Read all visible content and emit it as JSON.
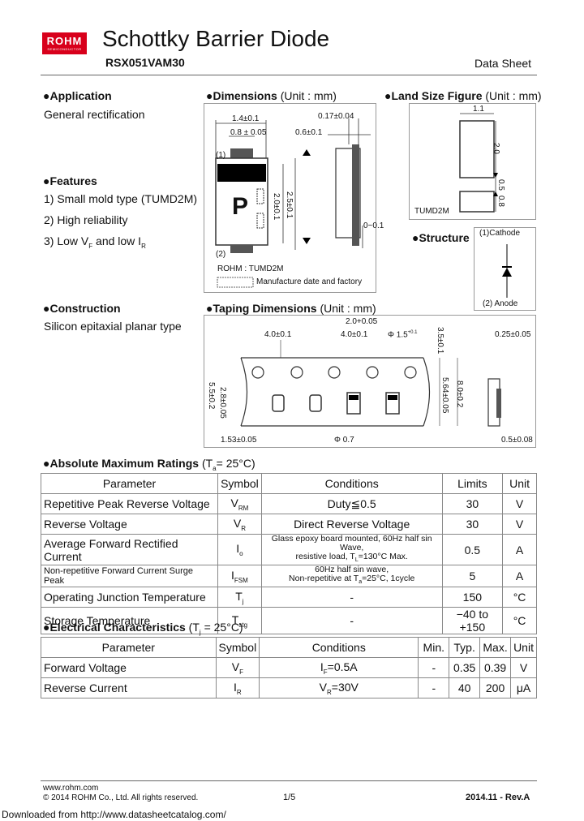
{
  "header": {
    "logo_main": "ROHM",
    "logo_sub": "SEMICONDUCTOR",
    "title": "Schottky Barrier Diode",
    "part": "RSX051VAM30",
    "doc_type": "Data Sheet"
  },
  "application": {
    "heading": "Application",
    "body": "General rectification"
  },
  "features": {
    "heading": "Features",
    "items": [
      "1)  Small mold type  (TUMD2M)",
      "2)  High reliability",
      "3)  Low V",
      "F",
      " and low I",
      "R"
    ]
  },
  "construction": {
    "heading": "Construction",
    "body": "Silicon epitaxial planar type"
  },
  "dimensions": {
    "heading": "Dimensions",
    "unit": " (Unit : mm)",
    "labels": {
      "w1": "1.4±0.1",
      "w2": "0.8 ± 0.05",
      "t1": "0.17±0.04",
      "t2": "0.6±0.1",
      "h1": "2.0±0.1",
      "h2": "2.5±0.1",
      "h3": "0~0.1",
      "pin1": "(1)",
      "pin2": "(2)",
      "mark": "P",
      "pkg": "ROHM : TUMD2M",
      "mfg": "Manufacture date and factory"
    }
  },
  "land": {
    "heading": "Land Size Figure",
    "unit": " (Unit : mm)",
    "labels": {
      "a": "1.1",
      "b": "2.0",
      "c": "0.5",
      "d": "0.8",
      "pkg": "TUMD2M"
    }
  },
  "structure": {
    "heading": "Structure",
    "cathode": "(1)Cathode",
    "anode": "(2) Anode"
  },
  "taping": {
    "heading": "Taping Dimensions",
    "unit": " (Unit : mm)",
    "labels": {
      "p1": "4.0±0.1",
      "p2": "4.0±0.1",
      "p3": "2.0+0.05",
      "d1": "Φ 1.5",
      "d1sup": "+0.1",
      "w1": "3.5±0.1",
      "w2": "5.5±0.2",
      "w3": "2.8±0.05",
      "w4": "5.64±0.05",
      "w5": "8.0±0.2",
      "t1": "0.25±0.05",
      "b1": "1.53±0.05",
      "d2": "Φ 0.7",
      "b2": "0.5±0.08"
    }
  },
  "abs_max": {
    "heading": "Absolute Maximum Ratings",
    "cond": " (T",
    "cond_sub": "a",
    "cond_end": "= 25°C)",
    "columns": [
      "Parameter",
      "Symbol",
      "Conditions",
      "Limits",
      "Unit"
    ],
    "rows": [
      {
        "p": "Repetitive Peak Reverse Voltage",
        "s": "V",
        "ss": "RM",
        "c": "Duty≦0.5",
        "l": "30",
        "u": "V"
      },
      {
        "p": "Reverse Voltage",
        "s": "V",
        "ss": "R",
        "c": "Direct Reverse Voltage",
        "l": "30",
        "u": "V"
      },
      {
        "p": "Average Forward Rectified Current",
        "s": "I",
        "ss": "o",
        "c1": "Glass epoxy board mounted, 60Hz half sin Wave,",
        "c2": "resistive load, T",
        "c2s": "L",
        "c2e": "=130°C Max.",
        "l": "0.5",
        "u": "A"
      },
      {
        "p": "Non-repetitive Forward Current Surge Peak",
        "s": "I",
        "ss": "FSM",
        "c1": "60Hz half sin wave,",
        "c2": "Non-repetitive at T",
        "c2s": "a",
        "c2e": "=25°C, 1cycle",
        "l": "5",
        "u": "A"
      },
      {
        "p": "Operating Junction Temperature",
        "s": "T",
        "ss": "j",
        "c": "-",
        "l": "150",
        "u": "°C"
      },
      {
        "p": "Storage Temperature",
        "s": "T",
        "ss": "stg",
        "c": "-",
        "l": "−40 to +150",
        "u": "°C"
      }
    ]
  },
  "elec": {
    "heading": "Electrical Characteristics",
    "cond": " (T",
    "cond_sub": "j",
    "cond_end": " = 25°C)",
    "columns": [
      "Parameter",
      "Symbol",
      "Conditions",
      "Min.",
      "Typ.",
      "Max.",
      "Unit"
    ],
    "rows": [
      {
        "p": "Forward Voltage",
        "s": "V",
        "ss": "F",
        "c": "I",
        "cs": "F",
        "ce": "=0.5A",
        "min": "-",
        "typ": "0.35",
        "max": "0.39",
        "u": "V"
      },
      {
        "p": "Reverse Current",
        "s": "I",
        "ss": "R",
        "c": "V",
        "cs": "R",
        "ce": "=30V",
        "min": "-",
        "typ": "40",
        "max": "200",
        "u": "μA"
      }
    ]
  },
  "footer": {
    "site": "www.rohm.com",
    "copy": "© 2014  ROHM Co., Ltd. All rights reserved.",
    "page": "1/5",
    "rev": "2014.11  -  Rev.A",
    "download": "Downloaded from http://www.datasheetcatalog.com/"
  }
}
